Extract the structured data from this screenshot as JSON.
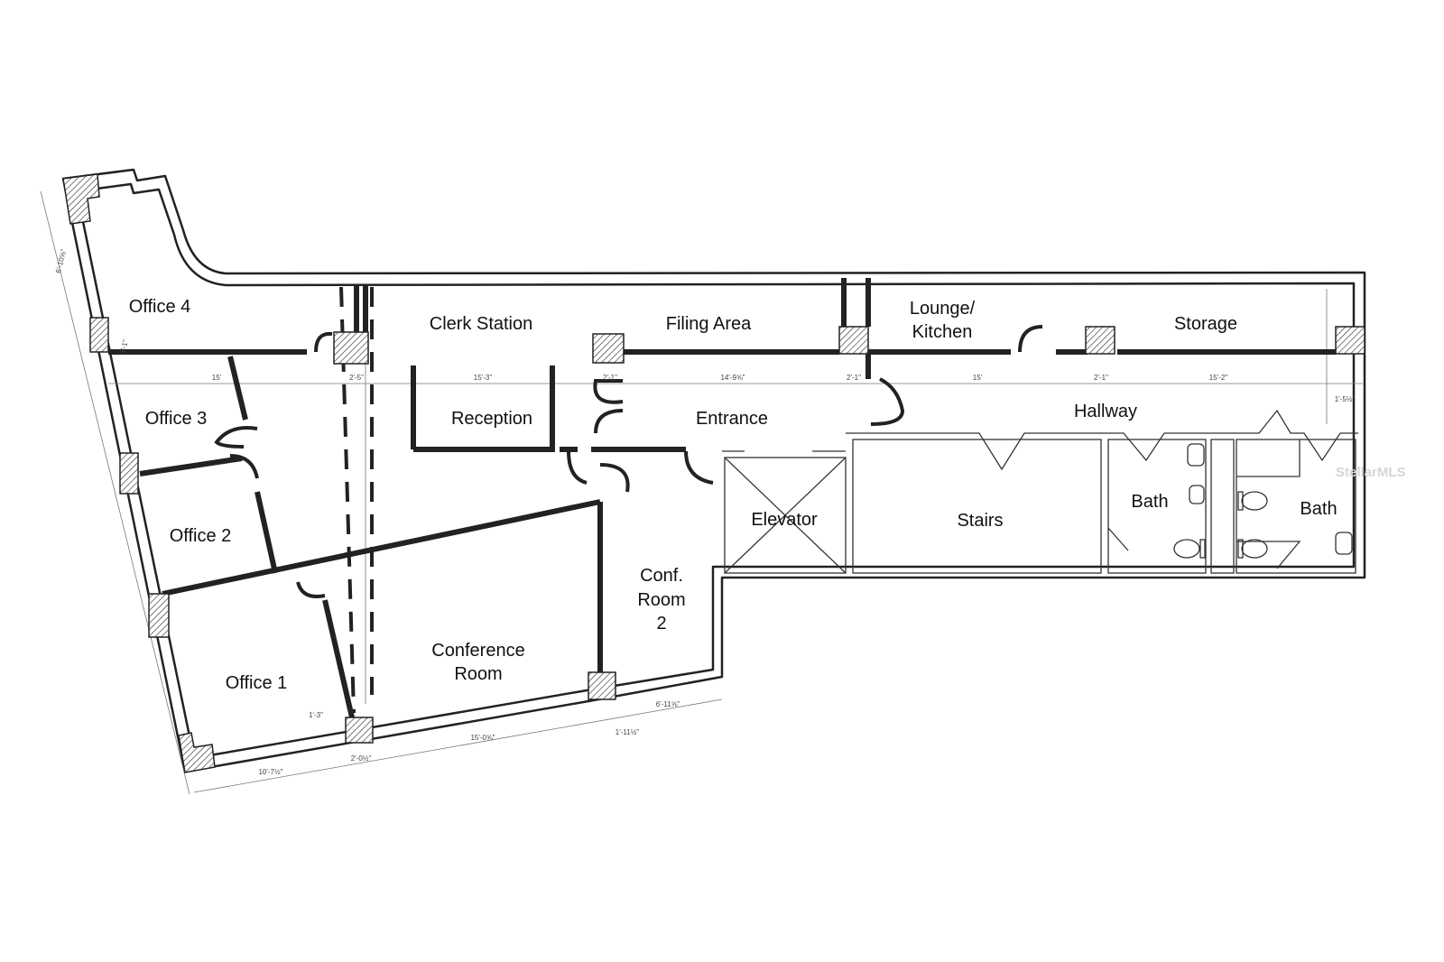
{
  "rooms": {
    "office4": "Office 4",
    "clerk": "Clerk Station",
    "filing": "Filing Area",
    "lounge_1": "Lounge/",
    "lounge_2": "Kitchen",
    "storage": "Storage",
    "office3": "Office 3",
    "reception": "Reception",
    "entrance": "Entrance",
    "hallway": "Hallway",
    "office2": "Office 2",
    "elevator": "Elevator",
    "stairs": "Stairs",
    "bath1": "Bath",
    "bath2": "Bath",
    "conf2_1": "Conf.",
    "conf2_2": "Room",
    "conf2_3": "2",
    "conference_1": "Conference",
    "conference_2": "Room",
    "office1": "Office 1"
  },
  "dimensions": {
    "d1": "15'",
    "d2": "2'-5\"",
    "d3": "15'-3\"",
    "d4": "2'-1\"",
    "d5": "14'-9⅝\"",
    "d6": "2'-1\"",
    "d7": "15'",
    "d8": "2'-1\"",
    "d9": "15'-2\"",
    "d10": "1'-5½\"",
    "d11": "10'-7½\"",
    "d12": "2'-0½\"",
    "d13": "15'-0⅝\"",
    "d14": "6'-11⅝\"",
    "d15": "1'-11½\"",
    "d16": "1'-3\"",
    "d17": "3'-1\"",
    "d18": "6'-10⅝\""
  },
  "watermark": "StellarMLS"
}
